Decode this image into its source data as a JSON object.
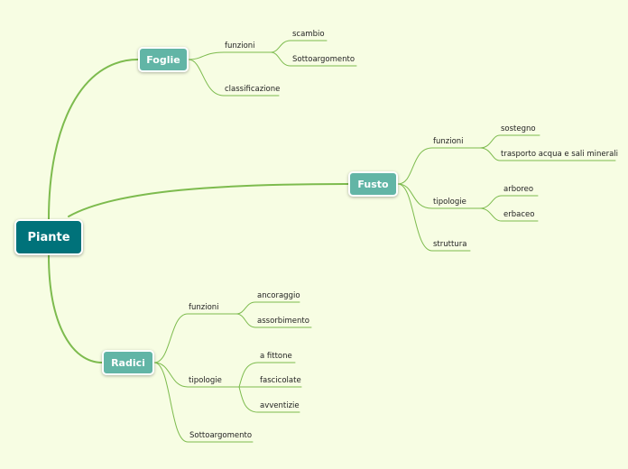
{
  "root": {
    "label": "Piante"
  },
  "branches": {
    "foglie": {
      "label": "Foglie",
      "funzioni": {
        "label": "funzioni",
        "items": [
          "scambio",
          "Sottoargomento"
        ]
      },
      "classificazione": "classificazione"
    },
    "fusto": {
      "label": "Fusto",
      "funzioni": {
        "label": "funzioni",
        "items": [
          "sostegno",
          "trasporto acqua e sali minerali"
        ]
      },
      "tipologie": {
        "label": "tipologie",
        "items": [
          "arboreo",
          "erbaceo"
        ]
      },
      "struttura": "struttura"
    },
    "radici": {
      "label": "Radici",
      "funzioni": {
        "label": "funzioni",
        "items": [
          "ancoraggio",
          "assorbimento"
        ]
      },
      "tipologie": {
        "label": "tipologie",
        "items": [
          "a fittone",
          "fascicolate",
          "avventizie"
        ]
      },
      "sottoargomento": "Sottoargomento"
    }
  },
  "colors": {
    "background": "#f7fde3",
    "connector": "#7dbb4e",
    "root_fill": "#00727a",
    "main_fill": "#62b5a6"
  }
}
